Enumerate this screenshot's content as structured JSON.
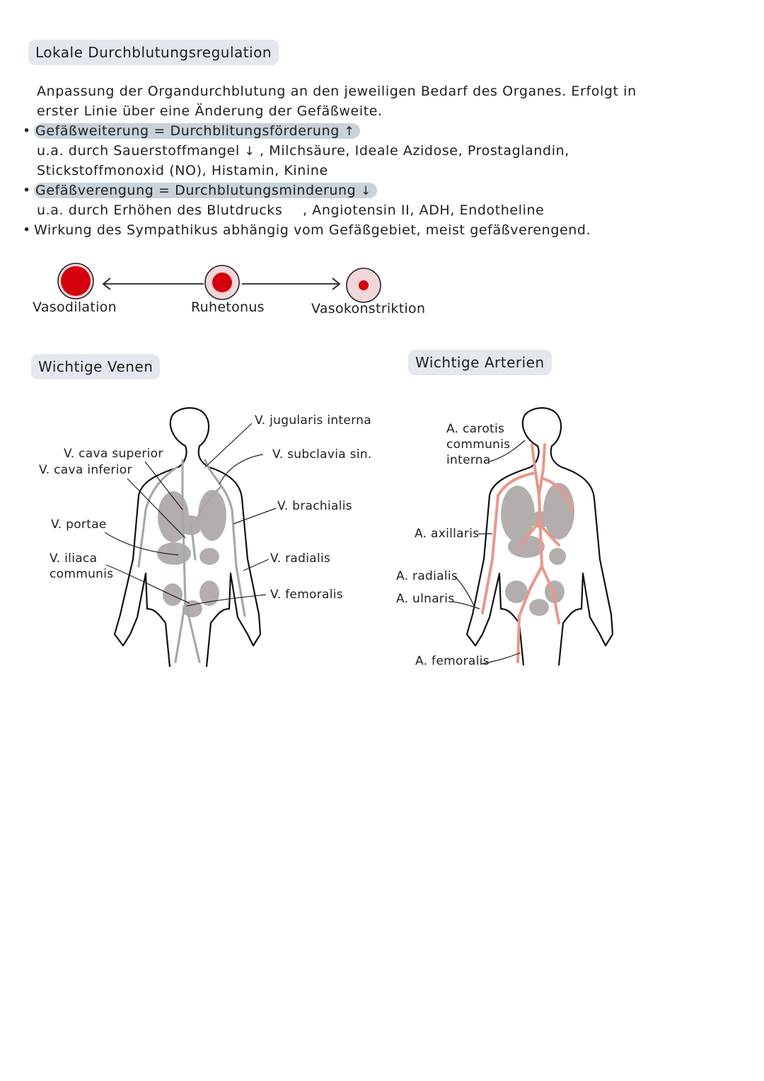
{
  "sections": {
    "local_regulation_title": "Lokale Durchblutungsregulation",
    "veins_title": "Wichtige Venen",
    "arteries_title": "Wichtige Arterien"
  },
  "intro": {
    "line1": "Anpassung der Organdurchblutung an den jeweiligen Bedarf des Organes. Erfolgt in",
    "line2": "erster Linie über eine Änderung der Gefäßweite."
  },
  "bullets": [
    {
      "heading": "Gefäßweiterung = Durchblitungsförderung",
      "arrow": "↑",
      "detail1_a": "u.a. durch Sauerstoffmangel",
      "detail1_arrow": "↓",
      "detail1_b": ", Milchsäure, Ideale Azidose, Prostaglandin,",
      "detail2": "Stickstoffmonoxid (NO), Histamin, Kinine"
    },
    {
      "heading": "Gefäßverengung = Durchblutungsminderung",
      "arrow": "↓",
      "detail1_a": "u.a. durch Erhöhen des Blutdrucks",
      "detail1_b": ", Angiotensin II, ADH, Endotheline"
    },
    {
      "heading": "Wirkung des Sympathikus abhängig vom Gefäßgebiet, meist gefäßverengend."
    }
  ],
  "vessel_states": {
    "labels": [
      "Vasodilation",
      "Ruhetonus",
      "Vasokonstriktion"
    ]
  },
  "veins": {
    "jugularis": "V. jugularis interna",
    "cava_superior": "V. cava superior",
    "cava_inferior": "V. cava inferior",
    "subclavia": "V. subclavia sin.",
    "brachialis": "V. brachialis",
    "portae": "V. portae",
    "iliaca_1": "V. iliaca",
    "iliaca_2": "communis",
    "radialis": "V. radialis",
    "femoralis": "V. femoralis"
  },
  "arteries": {
    "carotis_1": "A. carotis",
    "carotis_2": "communis",
    "carotis_3": "interna",
    "axillaris": "A. axillaris",
    "radialis": "A. radialis",
    "ulnaris": "A. ulnaris",
    "femoralis": "A. femoralis"
  },
  "colors": {
    "highlight": "#e3e8ee",
    "pill": "#c9d2d9",
    "blood_red": "#d4000d",
    "vessel_ring": "#f3d6d8",
    "vein_gray": "#a5a8ae",
    "organ_gray": "#b4adad",
    "artery_salmon": "#e8988a"
  }
}
